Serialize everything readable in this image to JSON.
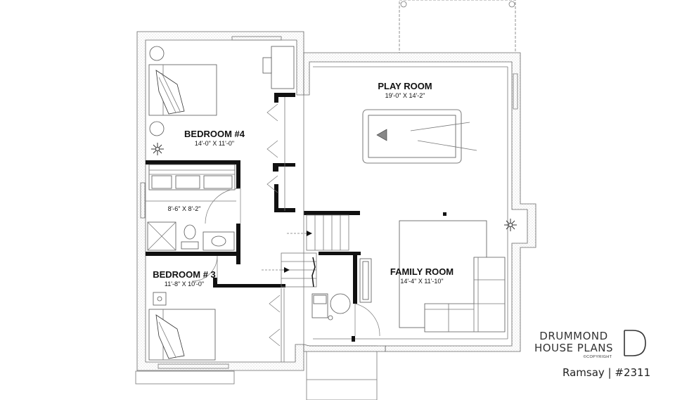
{
  "rooms": {
    "play_room": {
      "name": "PLAY ROOM",
      "dims": "19'-0\" X 14'-2\""
    },
    "bedroom_4": {
      "name": "BEDROOM #4",
      "dims": "14'-0\" X 11'-0\""
    },
    "bathroom": {
      "dims": "8'-6\" X 8'-2\""
    },
    "bedroom_3": {
      "name": "BEDROOM # 3",
      "dims": "11'-8\" X 10'-0\""
    },
    "family_room": {
      "name": "FAMILY ROOM",
      "dims": "14'-4\" X 11'-10\""
    }
  },
  "branding": {
    "line1": "DRUMMOND",
    "line2": "HOUSE PLANS",
    "copyright": "©COPYRIGHT",
    "plan_name": "Ramsay | #2311"
  },
  "icons": {
    "logo": "drummond-d-logo-icon",
    "snowflake": "snowflake-symbol-icon"
  },
  "colors": {
    "wall_fill": "#111111",
    "line": "#555555",
    "background": "#ffffff"
  }
}
